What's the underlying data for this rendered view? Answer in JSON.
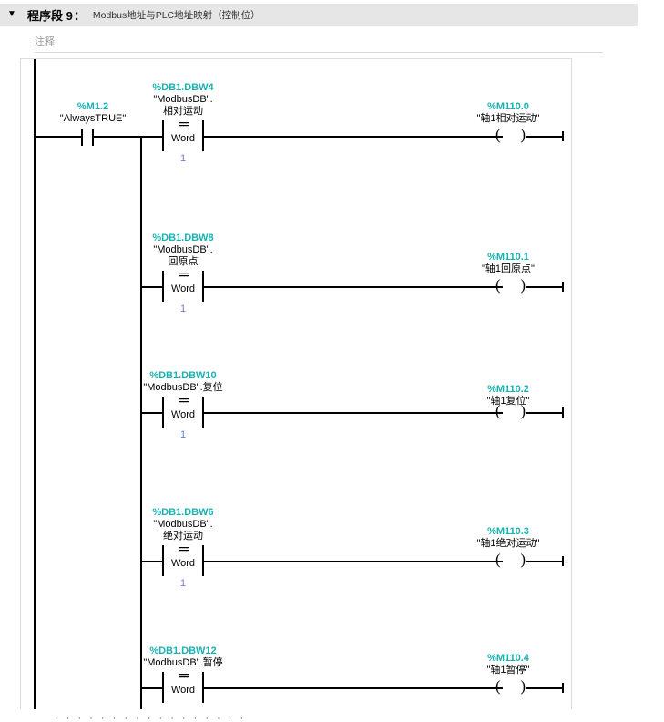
{
  "header": {
    "collapse_icon": "▼",
    "title": "程序段 9",
    "colon": "：",
    "subtitle": "Modbus地址与PLC地址映射（控制位）"
  },
  "comment": {
    "placeholder": "注释"
  },
  "ladder": {
    "left_contact": {
      "address": "%M1.2",
      "symbol": "\"AlwaysTRUE\"",
      "type": "NO-contact"
    },
    "branches": [
      {
        "compare": {
          "address": "%DB1.DBW4",
          "symbol_line1": "\"ModbusDB\".",
          "symbol_line2": "相对运动",
          "operator": "==",
          "datatype": "Word",
          "value": "1"
        },
        "coil": {
          "address": "%M110.0",
          "symbol": "\"轴1相对运动\""
        }
      },
      {
        "compare": {
          "address": "%DB1.DBW8",
          "symbol_line1": "\"ModbusDB\".",
          "symbol_line2": "回原点",
          "operator": "==",
          "datatype": "Word",
          "value": "1"
        },
        "coil": {
          "address": "%M110.1",
          "symbol": "\"轴1回原点\""
        }
      },
      {
        "compare": {
          "address": "%DB1.DBW10",
          "symbol_line1": "\"ModbusDB\".复位",
          "symbol_line2": "",
          "operator": "==",
          "datatype": "Word",
          "value": "1"
        },
        "coil": {
          "address": "%M110.2",
          "symbol": "\"轴1复位\""
        }
      },
      {
        "compare": {
          "address": "%DB1.DBW6",
          "symbol_line1": "\"ModbusDB\".",
          "symbol_line2": "绝对运动",
          "operator": "==",
          "datatype": "Word",
          "value": "1"
        },
        "coil": {
          "address": "%M110.3",
          "symbol": "\"轴1绝对运动\""
        }
      },
      {
        "compare": {
          "address": "%DB1.DBW12",
          "symbol_line1": "\"ModbusDB\".暂停",
          "symbol_line2": "",
          "operator": "==",
          "datatype": "Word",
          "value": ""
        },
        "coil": {
          "address": "%M110.4",
          "symbol": "\"轴1暂停\""
        }
      }
    ],
    "bottom_ellipsis": "· · · · ·   · · · · · ·  · · · · · ·"
  },
  "colors": {
    "address_teal": "#19b2b2",
    "value_blue": "#6a7fd0",
    "header_bg": "#e6e6e6",
    "comment_gray": "#9a9a9a"
  }
}
